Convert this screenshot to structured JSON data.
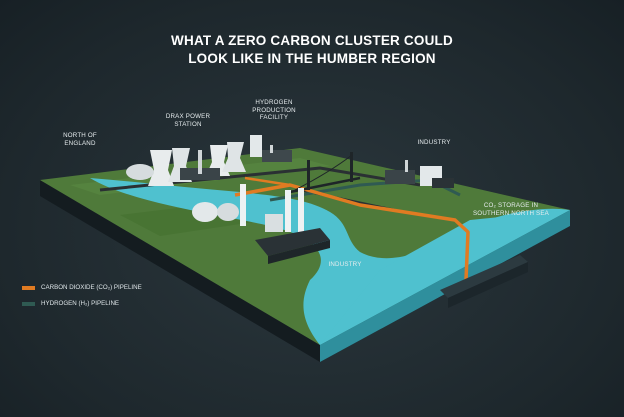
{
  "title": {
    "line1": "WHAT A ZERO CARBON CLUSTER COULD",
    "line2": "LOOK LIKE IN THE HUMBER REGION"
  },
  "labels": {
    "north_of_england": [
      "NORTH OF",
      "ENGLAND"
    ],
    "drax": [
      "DRAX POWER",
      "STATION"
    ],
    "hydrogen_facility": [
      "HYDROGEN",
      "PRODUCTION",
      "FACILITY"
    ],
    "industry_right": [
      "INDUSTRY"
    ],
    "industry_bottom": [
      "INDUSTRY"
    ],
    "co2_storage": [
      "CO₂ STORAGE IN",
      "SOUTHERN NORTH SEA"
    ]
  },
  "legend": [
    {
      "label": "CARBON DIOXIDE (CO₂) PIPELINE",
      "color": "#e07b22"
    },
    {
      "label": "HYDROGEN (H₂) PIPELINE",
      "color": "#2f5a52"
    }
  ],
  "colors": {
    "land": "#4f7a3a",
    "land_dark": "#3c6230",
    "water": "#4fc1cf",
    "water_side": "#2f8f9d",
    "base_side": "#121a1e",
    "co2_pipe": "#e07b22",
    "h2_pipe": "#2f5a52"
  }
}
